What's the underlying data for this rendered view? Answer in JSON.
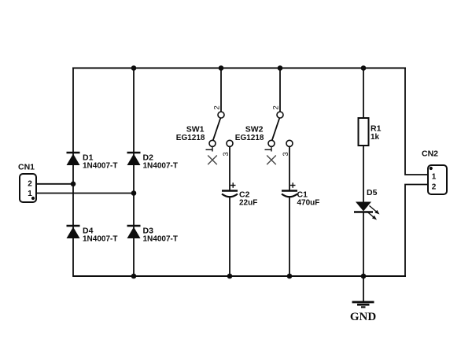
{
  "diagram": {
    "kind": "circuit-schematic",
    "colors": {
      "ink": "#0d0d0d",
      "background": "#ffffff",
      "no_connect_x": "#474747"
    }
  },
  "components": {
    "cn1": {
      "ref": "CN1",
      "pin_top": "2",
      "pin_bottom": "1"
    },
    "cn2": {
      "ref": "CN2",
      "pin_top": "1",
      "pin_bottom": "2"
    },
    "d1": {
      "ref": "D1",
      "value": "1N4007-T"
    },
    "d2": {
      "ref": "D2",
      "value": "1N4007-T"
    },
    "d3": {
      "ref": "D3",
      "value": "1N4007-T"
    },
    "d4": {
      "ref": "D4",
      "value": "1N4007-T"
    },
    "sw1": {
      "ref": "SW1",
      "value": "EG1218",
      "pin2": "2",
      "pin3": "3"
    },
    "sw2": {
      "ref": "SW2",
      "value": "EG1218",
      "pin2": "2",
      "pin3": "3"
    },
    "c2": {
      "ref": "C2",
      "value": "22uF"
    },
    "c1": {
      "ref": "C1",
      "value": "470uF"
    },
    "r1": {
      "ref": "R1",
      "value": "1k"
    },
    "d5": {
      "ref": "D5"
    },
    "gnd": {
      "label": "GND"
    }
  }
}
